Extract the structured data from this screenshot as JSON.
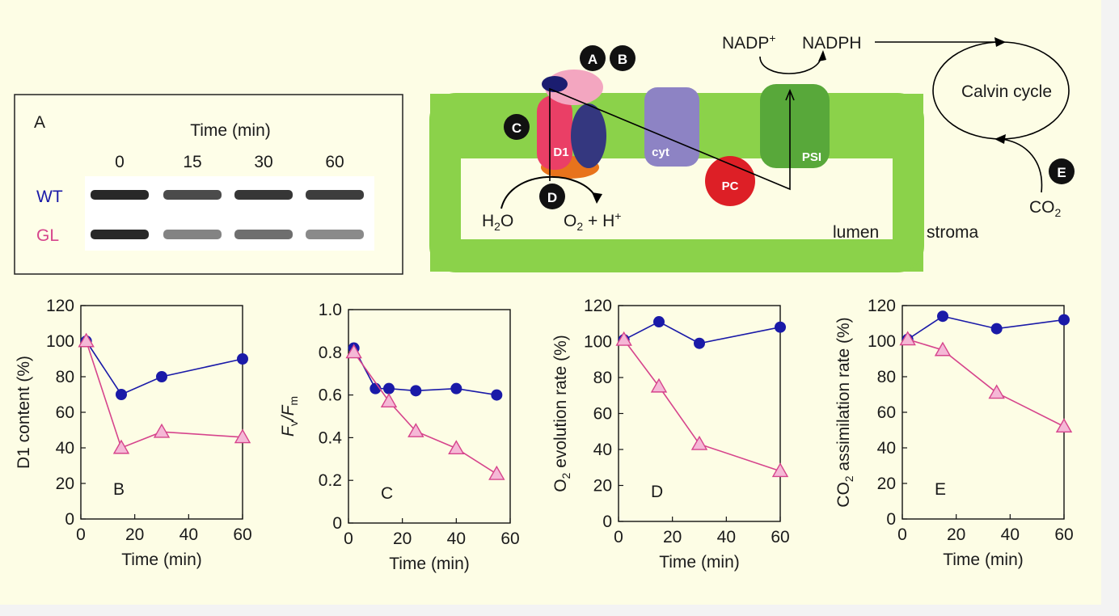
{
  "gel": {
    "panel_letter": "A",
    "title": "Time (min)",
    "lanes": [
      "0",
      "15",
      "30",
      "60"
    ],
    "rows": [
      {
        "label": "WT",
        "band_intensity": [
          1.0,
          0.75,
          0.9,
          0.85
        ]
      },
      {
        "label": "GL",
        "band_intensity": [
          1.0,
          0.35,
          0.5,
          0.3
        ]
      }
    ]
  },
  "diagram": {
    "steps": [
      "A",
      "B",
      "C",
      "D",
      "E"
    ],
    "complexes": [
      "D1",
      "cyt",
      "PSI",
      "PC"
    ],
    "water": "H",
    "water_sub": "2",
    "water_tail": "O",
    "o2": "O",
    "o2_sub": "2",
    "o2_tail": " + H",
    "o2_sup": "+",
    "nadp": "NADP",
    "nadp_sup": "+",
    "nadph": "NADPH",
    "calvin": "Calvin cycle",
    "co2": "CO",
    "co2_sub": "2",
    "lumen": "lumen",
    "stroma": "stroma"
  },
  "chart_data": [
    {
      "type": "line",
      "panel_letter": "B",
      "xlabel": "Time (min)",
      "ylabel": "D1 content (%)",
      "xlim": [
        0,
        60
      ],
      "ylim": [
        0,
        120
      ],
      "xticks": [
        "0",
        "20",
        "40",
        "60"
      ],
      "yticks": [
        "0",
        "20",
        "40",
        "60",
        "80",
        "100",
        "120"
      ],
      "series": [
        {
          "name": "WT",
          "color": "#1a1aa8",
          "marker": "circle",
          "x": [
            2,
            15,
            30,
            60
          ],
          "y": [
            100,
            70,
            80,
            90
          ]
        },
        {
          "name": "GL",
          "color": "#d6448c",
          "marker": "triangle",
          "x": [
            2,
            15,
            30,
            60
          ],
          "y": [
            100,
            40,
            49,
            46
          ]
        }
      ]
    },
    {
      "type": "line",
      "panel_letter": "C",
      "xlabel": "Time (min)",
      "ylabel_main": "F",
      "ylabel_sub": "v",
      "ylabel_div": "/F",
      "ylabel_sub2": "m",
      "xlim": [
        0,
        60
      ],
      "ylim": [
        0,
        1.0
      ],
      "xticks": [
        "0",
        "20",
        "40",
        "60"
      ],
      "yticks": [
        "0",
        "0.2",
        "0.4",
        "0.6",
        "0.8",
        "1.0"
      ],
      "series": [
        {
          "name": "WT",
          "color": "#1a1aa8",
          "marker": "circle",
          "x": [
            2,
            10,
            15,
            25,
            40,
            55
          ],
          "y": [
            0.82,
            0.63,
            0.63,
            0.62,
            0.63,
            0.6
          ]
        },
        {
          "name": "GL",
          "color": "#d6448c",
          "marker": "triangle",
          "x": [
            2,
            15,
            25,
            40,
            55
          ],
          "y": [
            0.8,
            0.57,
            0.43,
            0.35,
            0.23
          ]
        }
      ]
    },
    {
      "type": "line",
      "panel_letter": "D",
      "xlabel": "Time (min)",
      "ylabel_main": "O",
      "ylabel_sub": "2",
      "ylabel_tail": " evolution rate (%)",
      "xlim": [
        0,
        60
      ],
      "ylim": [
        0,
        120
      ],
      "xticks": [
        "0",
        "20",
        "40",
        "60"
      ],
      "yticks": [
        "0",
        "20",
        "40",
        "60",
        "80",
        "100",
        "120"
      ],
      "series": [
        {
          "name": "WT",
          "color": "#1a1aa8",
          "marker": "circle",
          "x": [
            2,
            15,
            30,
            60
          ],
          "y": [
            101,
            111,
            99,
            108
          ]
        },
        {
          "name": "GL",
          "color": "#d6448c",
          "marker": "triangle",
          "x": [
            2,
            15,
            30,
            60
          ],
          "y": [
            101,
            75,
            43,
            28
          ]
        }
      ]
    },
    {
      "type": "line",
      "panel_letter": "E",
      "xlabel": "Time (min)",
      "ylabel_main": "CO",
      "ylabel_sub": "2",
      "ylabel_tail": " assimilation rate (%)",
      "xlim": [
        0,
        60
      ],
      "ylim": [
        0,
        120
      ],
      "xticks": [
        "0",
        "20",
        "40",
        "60"
      ],
      "yticks": [
        "0",
        "20",
        "40",
        "60",
        "80",
        "100",
        "120"
      ],
      "series": [
        {
          "name": "WT",
          "color": "#1a1aa8",
          "marker": "circle",
          "x": [
            2,
            15,
            35,
            60
          ],
          "y": [
            101,
            114,
            107,
            112
          ]
        },
        {
          "name": "GL",
          "color": "#d6448c",
          "marker": "triangle",
          "x": [
            2,
            15,
            35,
            60
          ],
          "y": [
            101,
            95,
            71,
            52
          ]
        }
      ]
    }
  ]
}
